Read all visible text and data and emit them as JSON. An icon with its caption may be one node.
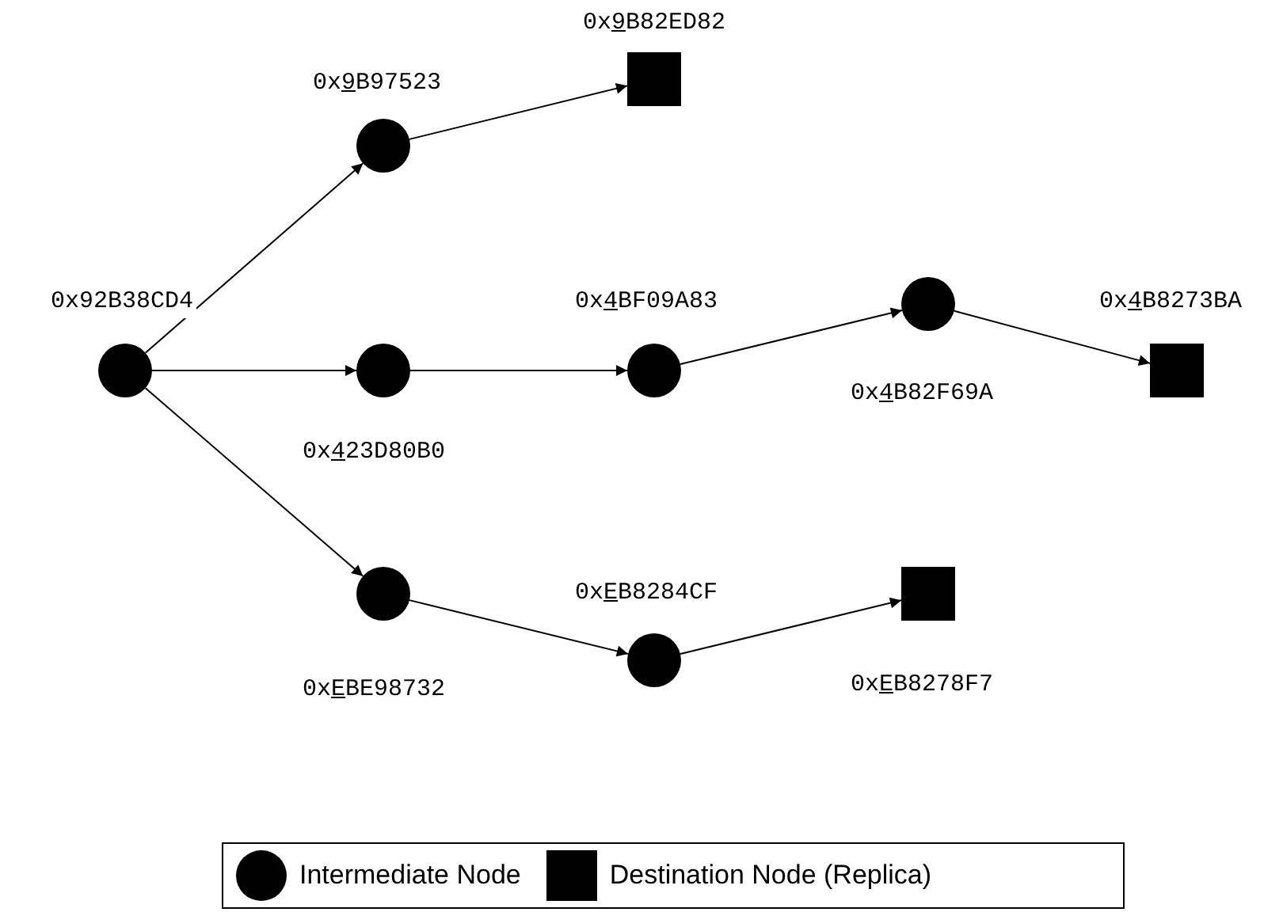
{
  "diagram": {
    "nodes": [
      {
        "text": [],
        "shape": "circle",
        "beside": [
          "0x92B38CD4"
        ]
      },
      {
        "text": [],
        "shape": "circle",
        "beside": [
          "0x9B97523"
        ]
      },
      {
        "text": [],
        "shape": "box",
        "beside": [
          "0x9B82ED82"
        ]
      },
      {
        "text": [],
        "shape": "circle",
        "beside": [
          "0x423D80B0"
        ]
      },
      {
        "text": [],
        "shape": "circle",
        "beside": [
          "0x4BF09A83"
        ]
      },
      {
        "text": [],
        "shape": "circle",
        "beside": [
          "0x4B82F69A"
        ]
      },
      {
        "text": [],
        "shape": "box",
        "beside": [
          "0x4B8273BA"
        ]
      },
      {
        "text": [],
        "shape": "circle",
        "beside": [
          "0xEBE98732"
        ]
      },
      {
        "text": [],
        "shape": "circle",
        "beside": [
          "0xEB8284CF"
        ]
      },
      {
        "text": [],
        "shape": "box",
        "beside": [
          "0xEB8278F7"
        ]
      }
    ],
    "edges": [
      {
        "from": 0,
        "to": 1,
        "arrow": "to"
      },
      {
        "from": 1,
        "to": 2,
        "arrow": "to"
      },
      {
        "from": 0,
        "to": 3,
        "arrow": "to"
      },
      {
        "from": 3,
        "to": 4,
        "arrow": "to"
      },
      {
        "from": 4,
        "to": 5,
        "arrow": "to"
      },
      {
        "from": 5,
        "to": 6,
        "arrow": "to"
      },
      {
        "from": 0,
        "to": 7,
        "arrow": "to"
      },
      {
        "from": 7,
        "to": 8,
        "arrow": "to"
      },
      {
        "from": 8,
        "to": 9,
        "arrow": "to"
      }
    ],
    "legend": [
      {
        "text": "Intermediate Node"
      },
      {
        "text": "Destination Node (Replica)"
      }
    ]
  }
}
